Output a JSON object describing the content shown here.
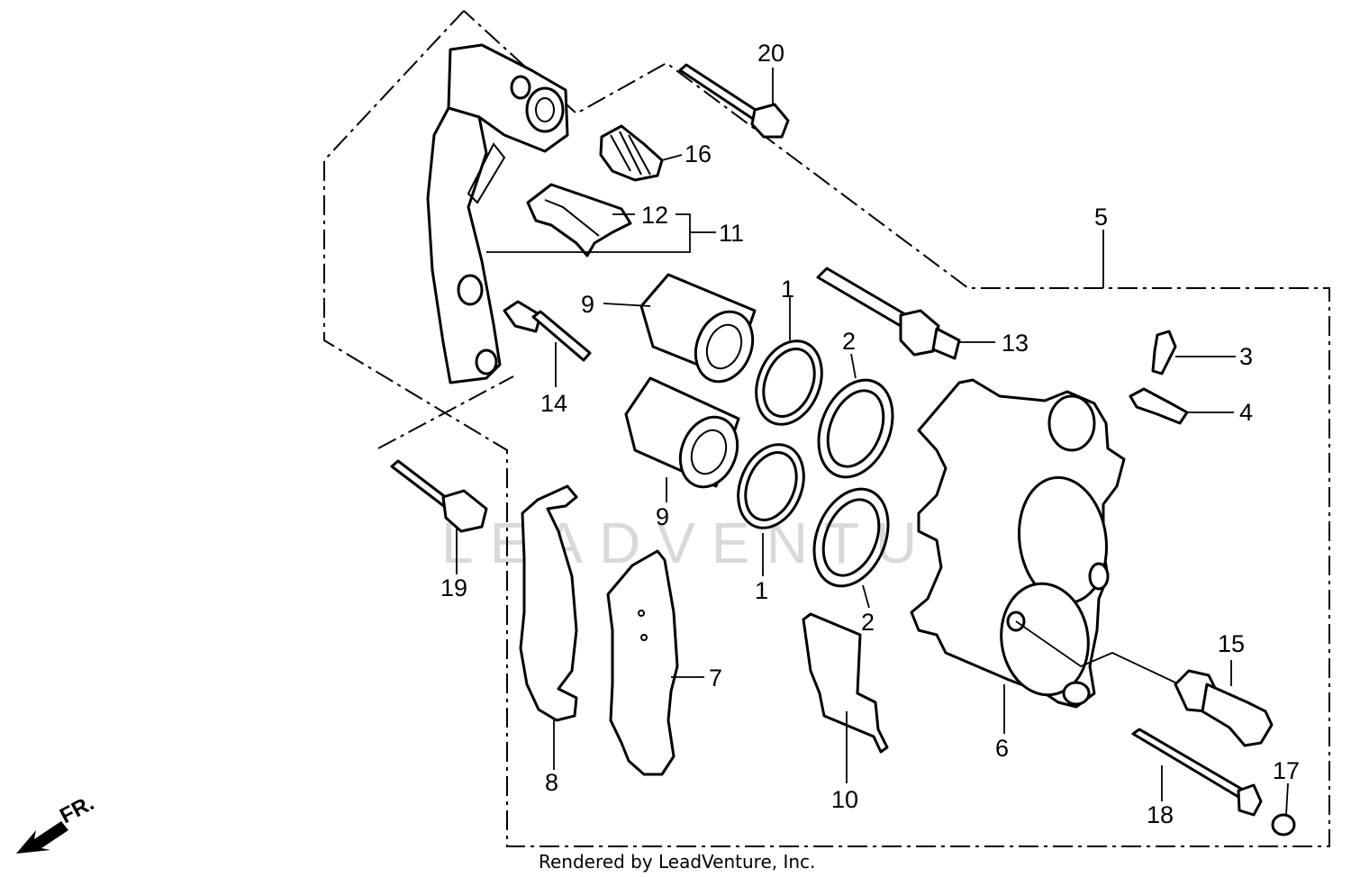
{
  "callouts": [
    {
      "id": "c1a",
      "text": "1"
    },
    {
      "id": "c1b",
      "text": "1"
    },
    {
      "id": "c2a",
      "text": "2"
    },
    {
      "id": "c2b",
      "text": "2"
    },
    {
      "id": "c3",
      "text": "3"
    },
    {
      "id": "c4",
      "text": "4"
    },
    {
      "id": "c5",
      "text": "5"
    },
    {
      "id": "c6",
      "text": "6"
    },
    {
      "id": "c7",
      "text": "7"
    },
    {
      "id": "c8",
      "text": "8"
    },
    {
      "id": "c9a",
      "text": "9"
    },
    {
      "id": "c9b",
      "text": "9"
    },
    {
      "id": "c10",
      "text": "10"
    },
    {
      "id": "c11",
      "text": "11"
    },
    {
      "id": "c12",
      "text": "12"
    },
    {
      "id": "c13",
      "text": "13"
    },
    {
      "id": "c14",
      "text": "14"
    },
    {
      "id": "c15",
      "text": "15"
    },
    {
      "id": "c16",
      "text": "16"
    },
    {
      "id": "c17",
      "text": "17"
    },
    {
      "id": "c18",
      "text": "18"
    },
    {
      "id": "c19",
      "text": "19"
    },
    {
      "id": "c20",
      "text": "20"
    }
  ],
  "direction_label": "FR.",
  "footer": "Rendered by LeadVenture, Inc.",
  "watermark": "LEADVENTURE",
  "colors": {
    "ink": "#000000",
    "background": "#ffffff",
    "watermark": "#d9d9d9"
  },
  "icons": {
    "direction": "front-arrow-icon"
  }
}
